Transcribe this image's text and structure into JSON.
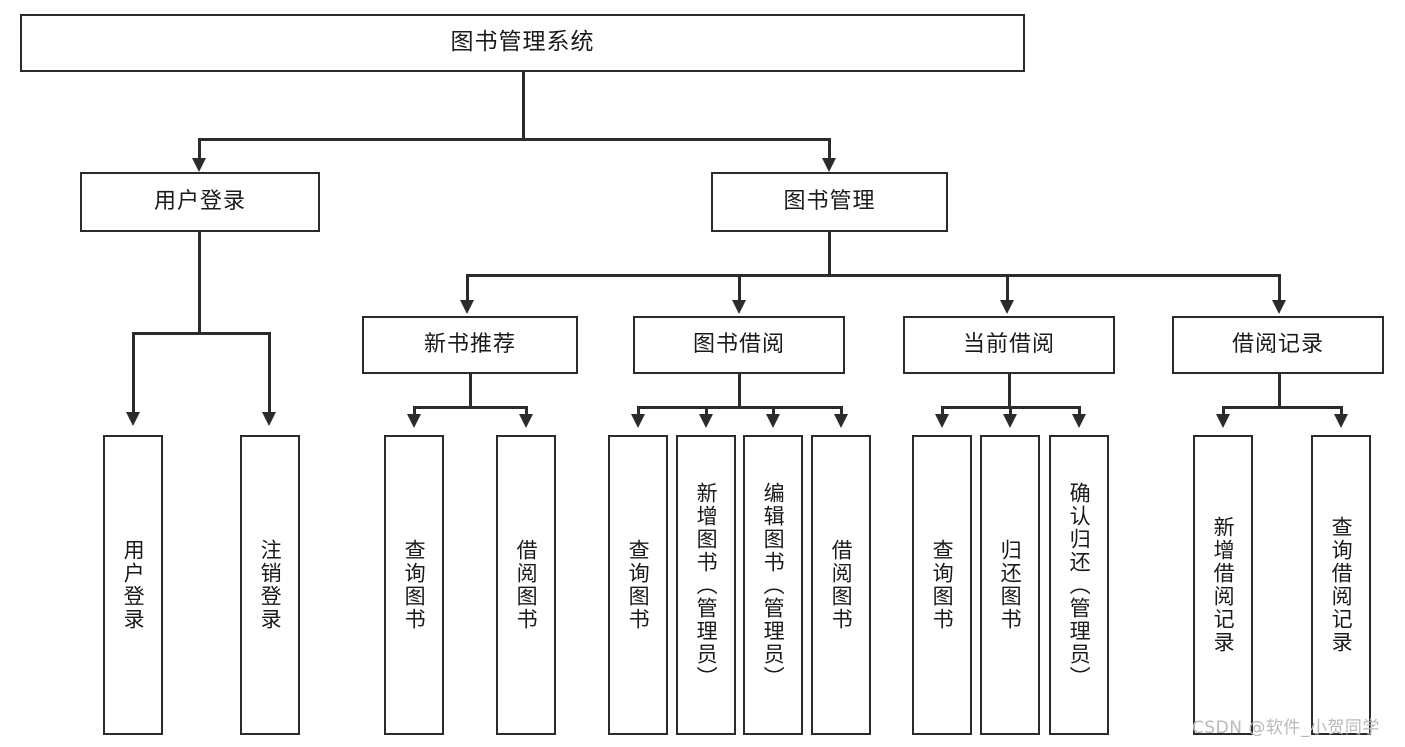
{
  "diagram": {
    "title": "图书管理系统",
    "type": "hierarchy-tree",
    "levels": 4,
    "root": {
      "label": "图书管理系统"
    },
    "level2": [
      {
        "label": "用户登录"
      },
      {
        "label": "图书管理"
      }
    ],
    "level3": [
      {
        "label": "新书推荐"
      },
      {
        "label": "图书借阅"
      },
      {
        "label": "当前借阅"
      },
      {
        "label": "借阅记录"
      }
    ],
    "leaves": {
      "user_login": [
        {
          "label": "用户登录"
        },
        {
          "label": "注销登录"
        }
      ],
      "new_book_recommend": [
        {
          "label": "查询图书"
        },
        {
          "label": "借阅图书"
        }
      ],
      "book_borrow": [
        {
          "label": "查询图书"
        },
        {
          "label": "新增图书（管理员）"
        },
        {
          "label": "编辑图书（管理员）"
        },
        {
          "label": "借阅图书"
        }
      ],
      "current_borrow": [
        {
          "label": "查询图书"
        },
        {
          "label": "归还图书"
        },
        {
          "label": "确认归还（管理员）"
        }
      ],
      "borrow_record": [
        {
          "label": "新增借阅记录"
        },
        {
          "label": "查询借阅记录"
        }
      ]
    }
  },
  "watermark": {
    "text": "CSDN @软件_小贺同学"
  },
  "colors": {
    "stroke": "#2b2b2b",
    "background": "#ffffff",
    "text": "#1a1a1a",
    "watermark": "#b9b9b9"
  }
}
